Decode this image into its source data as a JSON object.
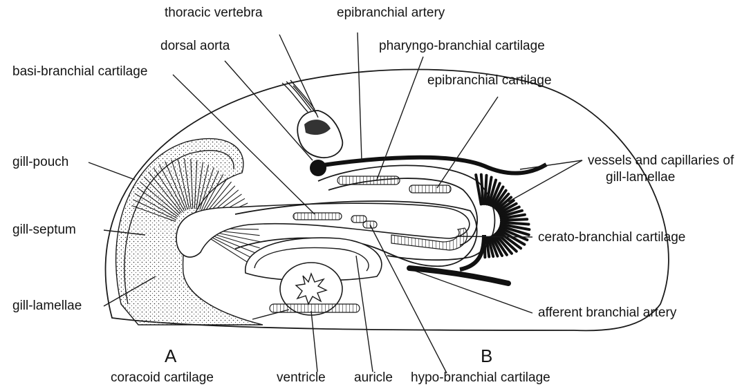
{
  "labels": {
    "thoracic_vertebra": "thoracic vertebra",
    "epibranchial_artery": "epibranchial artery",
    "dorsal_aorta": "dorsal aorta",
    "pharyngo_branchial_cartilage": "pharyngo-branchial cartilage",
    "basi_branchial_cartilage": "basi-branchial cartilage",
    "epibranchial_cartilage": "epibranchial cartilage",
    "gill_pouch": "gill-pouch",
    "vessels_line1": "vessels and capillaries of",
    "vessels_line2": "gill-lamellae",
    "gill_septum": "gill-septum",
    "cerato_branchial_cartilage": "cerato-branchial cartilage",
    "gill_lamellae": "gill-lamellae",
    "afferent_branchial_artery": "afferent branchial artery",
    "coracoid_cartilage": "coracoid cartilage",
    "ventricle": "ventricle",
    "auricle": "auricle",
    "hypo_branchial_cartilage": "hypo-branchial cartilage"
  },
  "panel_letters": {
    "a": "A",
    "b": "B"
  },
  "colors": {
    "ink": "#1a1a1a",
    "background": "#ffffff"
  }
}
